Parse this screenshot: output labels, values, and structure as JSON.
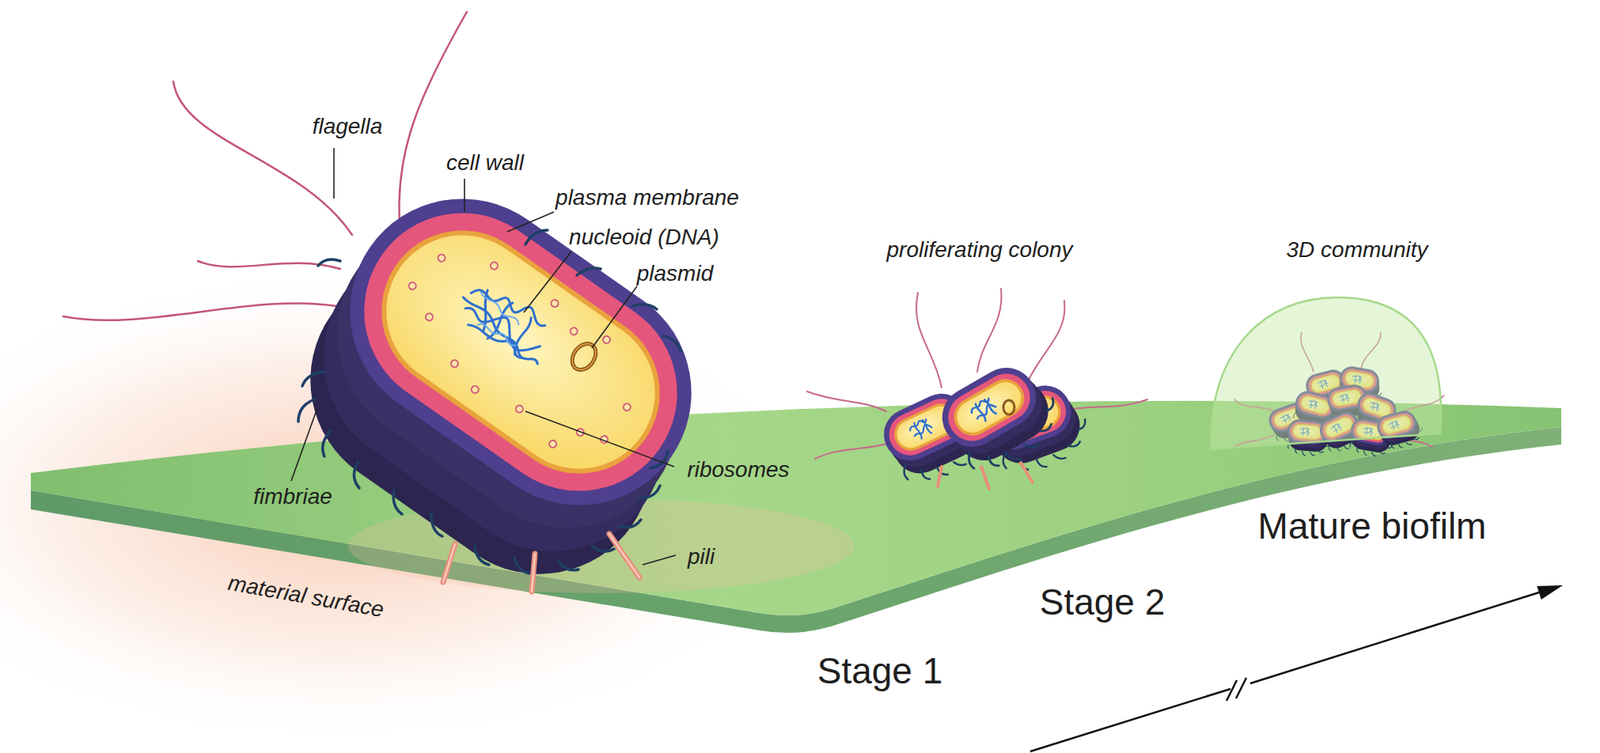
{
  "diagram": {
    "labels": [
      "flagella",
      "cell wall",
      "plasma membrane",
      "nucleoid (DNA)",
      "plasmid",
      "ribosomes",
      "fimbriae",
      "pili",
      "material surface",
      "proliferating colony",
      "3D community",
      "Mature biofilm",
      "Stage 2",
      "Stage 1"
    ]
  }
}
